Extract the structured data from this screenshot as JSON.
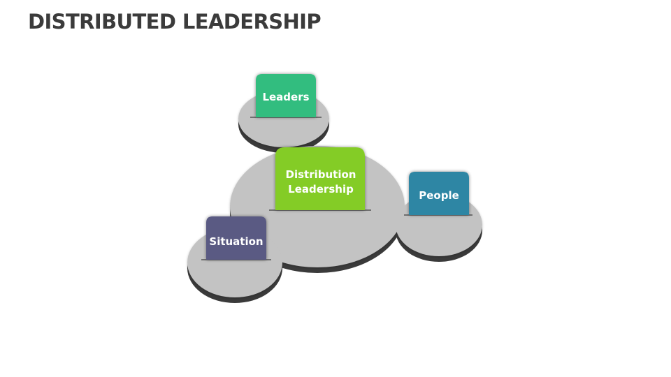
{
  "slide": {
    "title": "DISTRIBUTED LEADERSHIP"
  },
  "diagram": {
    "center": {
      "label_line1": "Distribution",
      "label_line2": "Leadership",
      "color": "#84cc26"
    },
    "leaders": {
      "label": "Leaders",
      "color": "#33bd7f"
    },
    "people": {
      "label": "People",
      "color": "#2e86a4"
    },
    "situation": {
      "label": "Situation",
      "color": "#5a5a83"
    },
    "base_color": "#c3c3c3",
    "base_shadow_color": "#3a3a3a"
  }
}
